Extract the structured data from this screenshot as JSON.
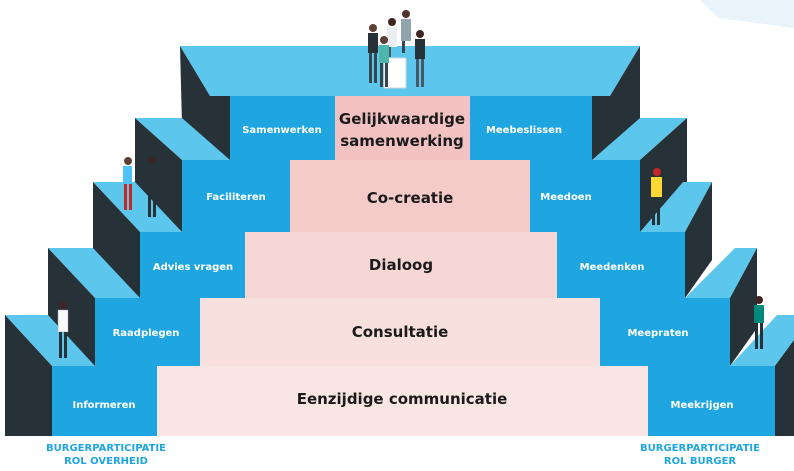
{
  "center_levels": [
    {
      "lines": [
        "Gelijkwaardige",
        "samenwerking"
      ]
    },
    {
      "lines": [
        "Co-creatie"
      ]
    },
    {
      "lines": [
        "Dialoog"
      ]
    },
    {
      "lines": [
        "Consultatie"
      ]
    },
    {
      "lines": [
        "Eenzijdige communicatie"
      ]
    }
  ],
  "left_steps": [
    "Samenwerken",
    "Faciliteren",
    "Advies vragen",
    "Raadplegen",
    "Informeren"
  ],
  "right_steps": [
    "Meebeslissen",
    "Meedoen",
    "Meedenken",
    "Meepraten",
    "Meekrijgen"
  ],
  "left_caption": [
    "BURGERPARTICIPATIE",
    "ROL OVERHEID"
  ],
  "right_caption": [
    "BURGERPARTICIPATIE",
    "ROL BURGER"
  ],
  "colors": {
    "step_front": "#1fa6e0",
    "step_top": "#5cc6ec",
    "step_side": "#263238",
    "center_top": "#f2c2c2",
    "center_mid": "#f6d7d5",
    "center_low": "#f9e5e3",
    "caption": "#1fa6e0"
  }
}
